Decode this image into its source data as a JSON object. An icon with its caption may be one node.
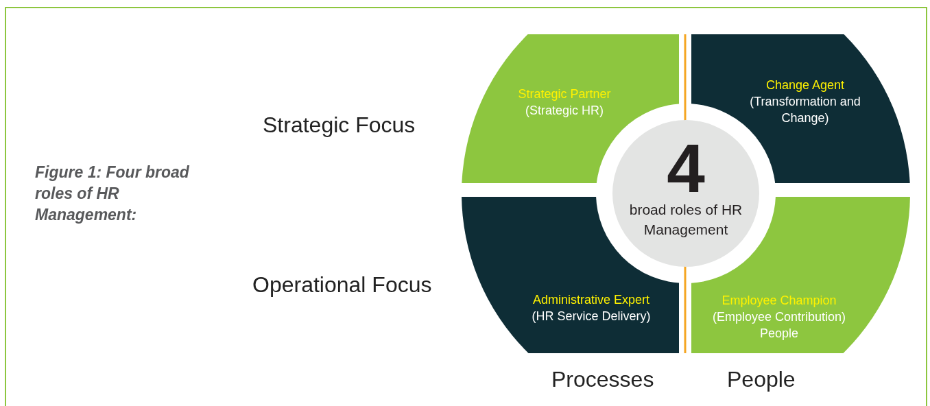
{
  "diagram": {
    "caption": "Figure 1: Four broad roles of HR Management:",
    "nodes": [
      {
        "text": [
          "Strategic Partner",
          "(Strategic HR)"
        ]
      },
      {
        "text": [
          "Change Agent",
          "(Transformation and Change)"
        ]
      },
      {
        "text": [
          "4",
          "broad roles of HR Management"
        ]
      },
      {
        "text": [
          "Administrative Expert",
          "(HR Service Delivery)"
        ]
      },
      {
        "text": [
          "Employee Champion",
          "(Employee Contribution) People"
        ]
      }
    ],
    "labels": [
      "Strategic Focus",
      "Operational Focus",
      "Processes",
      "People"
    ]
  }
}
